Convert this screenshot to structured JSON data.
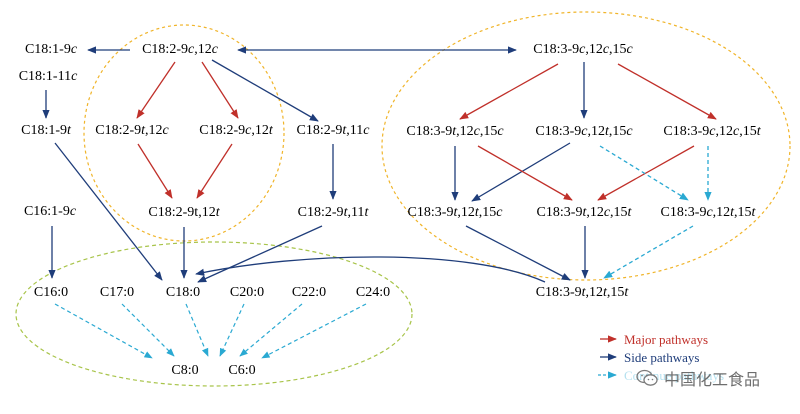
{
  "nodes": {
    "c18_1_9c": {
      "pre": "C18:1-9",
      "it": "c",
      "post": ""
    },
    "c18_2_9c12c": {
      "pre": "C18:2-9",
      "it": "c",
      "post": ",12",
      "it2": "c"
    },
    "c18_3_9c12c15c": {
      "pre": "C18:3-9",
      "it": "c",
      "post": ",12",
      "it2": "c",
      "post2": ",15",
      "it3": "c"
    },
    "c18_1_11c": {
      "pre": "C18:1-11",
      "it": "c",
      "post": ""
    },
    "c18_1_9t": {
      "pre": "C18:1-9",
      "it": "t",
      "post": ""
    },
    "c18_2_9t12c": {
      "pre": "C18:2-9",
      "it": "t",
      "post": ",12",
      "it2": "c"
    },
    "c18_2_9c12t": {
      "pre": "C18:2-9",
      "it": "c",
      "post": ",12",
      "it2": "t"
    },
    "c18_2_9t11c": {
      "pre": "C18:2-9",
      "it": "t",
      "post": ",11",
      "it2": "c"
    },
    "c18_3_9t12c15c": {
      "pre": "C18:3-9",
      "it": "t",
      "post": ",12",
      "it2": "c",
      "post2": ",15",
      "it3": "c"
    },
    "c18_3_9c12t15c": {
      "pre": "C18:3-9",
      "it": "c",
      "post": ",12",
      "it2": "t",
      "post2": ",15",
      "it3": "c"
    },
    "c18_3_9c12c15t": {
      "pre": "C18:3-9",
      "it": "c",
      "post": ",12",
      "it2": "c",
      "post2": ",15",
      "it3": "t"
    },
    "c16_1_9c": {
      "pre": "C16:1-9",
      "it": "c",
      "post": ""
    },
    "c18_2_9t12t": {
      "pre": "C18:2-9t,12",
      "it": "t",
      "post": ""
    },
    "c18_2_9t11t": {
      "pre": "C18:2-9",
      "it": "t",
      "post": ",11",
      "it2": "t"
    },
    "c18_3_9t12t15c": {
      "pre": "C18:3-9",
      "it": "t",
      "post": ",12",
      "it2": "t",
      "post2": ",15",
      "it3": "c"
    },
    "c18_3_9t12c15t": {
      "pre": "C18:3-9",
      "it": "t",
      "post": ",12",
      "it2": "c",
      "post2": ",15",
      "it3": "t"
    },
    "c18_3_9c12t15t": {
      "pre": "C18:3-9",
      "it": "c",
      "post": ",12",
      "it2": "t",
      "post2": ",15",
      "it3": "t"
    },
    "c16_0": {
      "pre": "C16:0"
    },
    "c17_0": {
      "pre": "C17:0"
    },
    "c18_0": {
      "pre": "C18:0"
    },
    "c20_0": {
      "pre": "C20:0"
    },
    "c22_0": {
      "pre": "C22:0"
    },
    "c24_0": {
      "pre": "C24:0"
    },
    "c18_3_9t12t15t": {
      "pre": "C18:3-9",
      "it": "t",
      "post": ",12",
      "it2": "t",
      "post2": ",15",
      "it3": "t"
    },
    "c8_0": {
      "pre": "C8:0"
    },
    "c6_0": {
      "pre": "C6:0"
    }
  },
  "legend": {
    "major": "Major pathways",
    "side": "Side pathways",
    "continue": "Continue pathways",
    "arrow": "→",
    "dashed_arrow": "- - →"
  },
  "colors": {
    "major": "#c0302a",
    "side": "#1f3d7a",
    "continue": "#2aa9d2",
    "yellow_ellipse": "#f0b429",
    "green_ellipse": "#a8c44a"
  },
  "watermark": {
    "text": "中国化工食品",
    "icon": "wechat-icon"
  }
}
